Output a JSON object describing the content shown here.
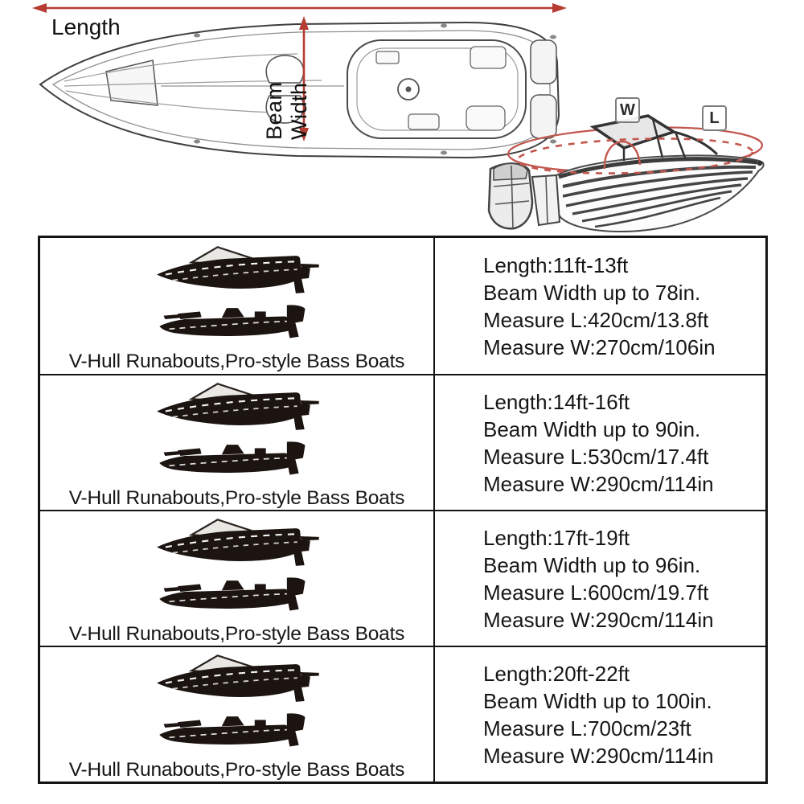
{
  "meta": {
    "accent_red": "#b43c32",
    "ellipse_red": "#c2574e",
    "silhouette_black": "#1c1410"
  },
  "diagram": {
    "length_label": "Length",
    "beam_width_label": "Beam Width",
    "cover_width_tag": "W",
    "cover_length_tag": "L"
  },
  "table": {
    "rows": [
      {
        "caption": "V-Hull Runabouts,Pro-style Bass Boats",
        "specs": [
          "Length:11ft-13ft",
          "Beam Width up to 78in.",
          "Measure L:420cm/13.8ft",
          "Measure W:270cm/106in"
        ]
      },
      {
        "caption": "V-Hull Runabouts,Pro-style Bass Boats",
        "specs": [
          "Length:14ft-16ft",
          "Beam Width up to 90in.",
          "Measure L:530cm/17.4ft",
          "Measure W:290cm/114in"
        ]
      },
      {
        "caption": "V-Hull Runabouts,Pro-style Bass Boats",
        "specs": [
          "Length:17ft-19ft",
          "Beam Width up to 96in.",
          "Measure L:600cm/19.7ft",
          "Measure W:290cm/114in"
        ]
      },
      {
        "caption": "V-Hull Runabouts,Pro-style Bass Boats",
        "specs": [
          "Length:20ft-22ft",
          "Beam Width up to 100in.",
          "Measure L:700cm/23ft",
          "Measure W:290cm/114in"
        ]
      }
    ]
  }
}
